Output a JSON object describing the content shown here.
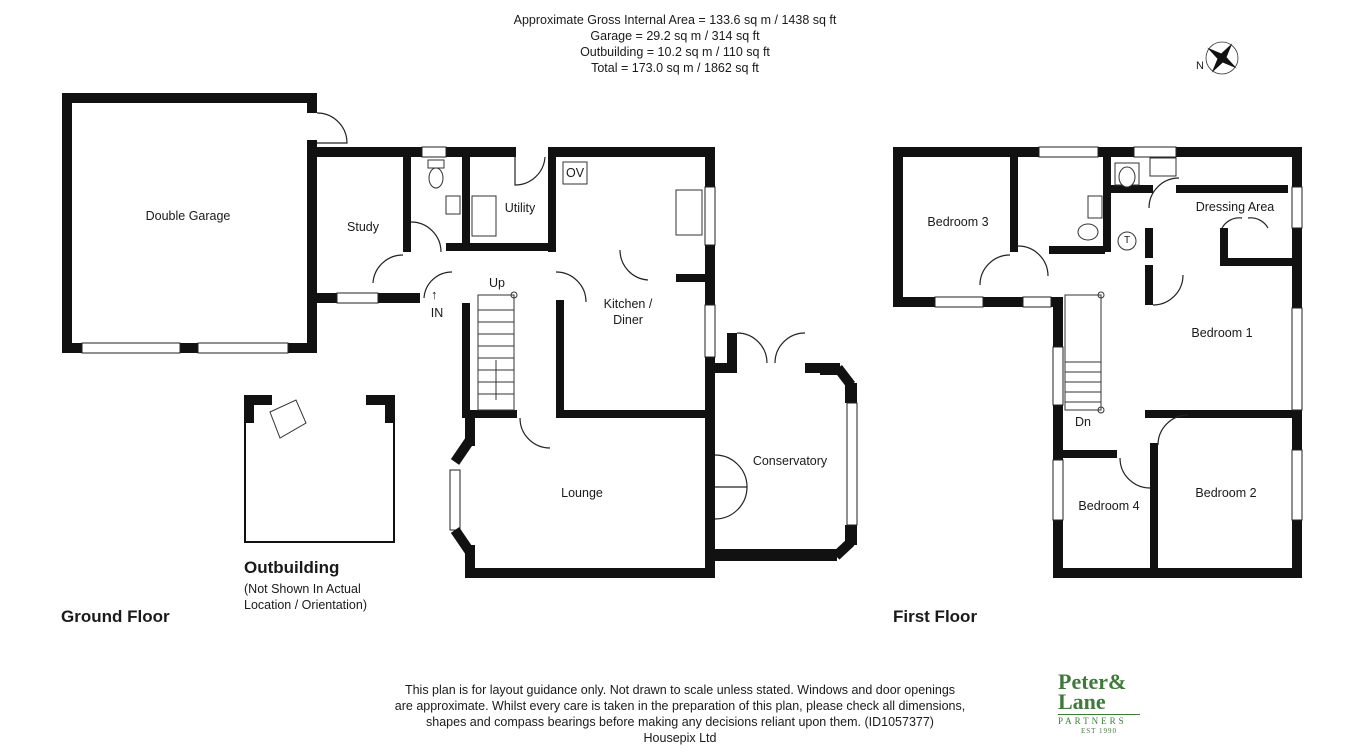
{
  "header": {
    "area_lines": [
      "Approximate Gross Internal Area = 133.6 sq m / 1438 sq ft",
      "Garage = 29.2 sq m / 314 sq ft",
      "Outbuilding = 10.2 sq m / 110 sq ft",
      "Total = 173.0 sq m / 1862 sq ft"
    ]
  },
  "compass": {
    "label": "N",
    "icon": "compass-rose-icon"
  },
  "ground_floor": {
    "title": "Ground Floor",
    "rooms": {
      "double_garage": "Double Garage",
      "study": "Study",
      "utility": "Utility",
      "oven": "OV",
      "kitchen": "Kitchen /",
      "kitchen2": "Diner",
      "lounge": "Lounge",
      "conservatory": "Conservatory",
      "stairs_up": "Up",
      "entrance": "IN"
    }
  },
  "outbuilding": {
    "title": "Outbuilding",
    "note_line1": "(Not Shown In Actual",
    "note_line2": "Location / Orientation)"
  },
  "first_floor": {
    "title": "First Floor",
    "rooms": {
      "bedroom3": "Bedroom 3",
      "dressing": "Dressing Area",
      "bedroom1": "Bedroom 1",
      "bedroom2": "Bedroom 2",
      "bedroom4": "Bedroom 4",
      "stairs_down": "Dn",
      "tank": "T"
    }
  },
  "footer": {
    "disclaimer_lines": [
      "This plan is for layout guidance only. Not drawn to scale unless stated. Windows and door openings",
      "are approximate. Whilst every care is taken in the preparation of this plan, please check all dimensions,",
      "shapes and compass bearings before making any decisions reliant upon them. (ID1057377)",
      "Housepix Ltd"
    ]
  },
  "logo": {
    "line1": "Peter&",
    "line2": "Lane",
    "line3": "PARTNERS",
    "line4": "EST 1990",
    "color": "#3f7a3a"
  }
}
